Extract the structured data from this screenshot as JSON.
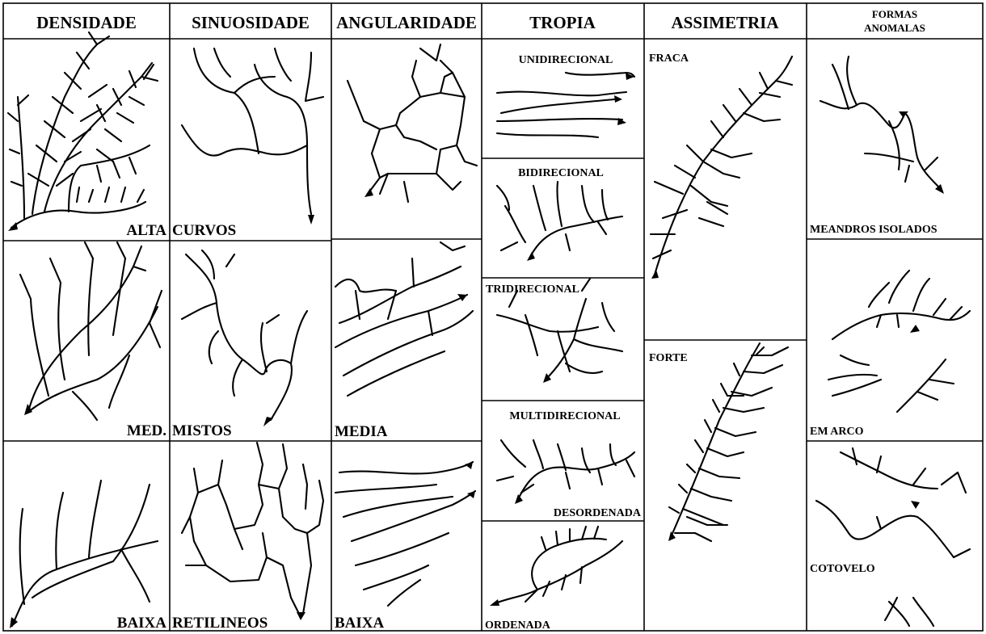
{
  "headers": {
    "densidade": "DENSIDADE",
    "sinuosidade": "SINUOSIDADE",
    "angularidade": "ANGULARIDADE",
    "tropia": "TROPIA",
    "assimetria": "ASSIMETRIA",
    "formas_anomalas": [
      "FORMAS",
      "ANOMALAS"
    ]
  },
  "densidade": {
    "alta": "ALTA",
    "media": "MED.",
    "baixa": "BAIXA"
  },
  "sinuosidade": {
    "curvos": "CURVOS",
    "mistos": "MISTOS",
    "retilineos": "RETILINEOS"
  },
  "angularidade": {
    "media": "MEDIA",
    "baixa": "BAIXA"
  },
  "tropia": {
    "unidirecional": "UNIDIRECIONAL",
    "bidirecional": "BIDIRECIONAL",
    "tridirecional": "TRIDIRECIONAL",
    "multidirecional": "MULTIDIRECIONAL",
    "desordenada": "DESORDENADA",
    "ordenada": "ORDENADA"
  },
  "assimetria": {
    "fraca": "FRACA",
    "forte": "FORTE"
  },
  "formas_anomalas": {
    "meandros_isolados": "MEANDROS ISOLADOS",
    "em_arco": "EM ARCO",
    "cotovelo": "COTOVELO"
  }
}
